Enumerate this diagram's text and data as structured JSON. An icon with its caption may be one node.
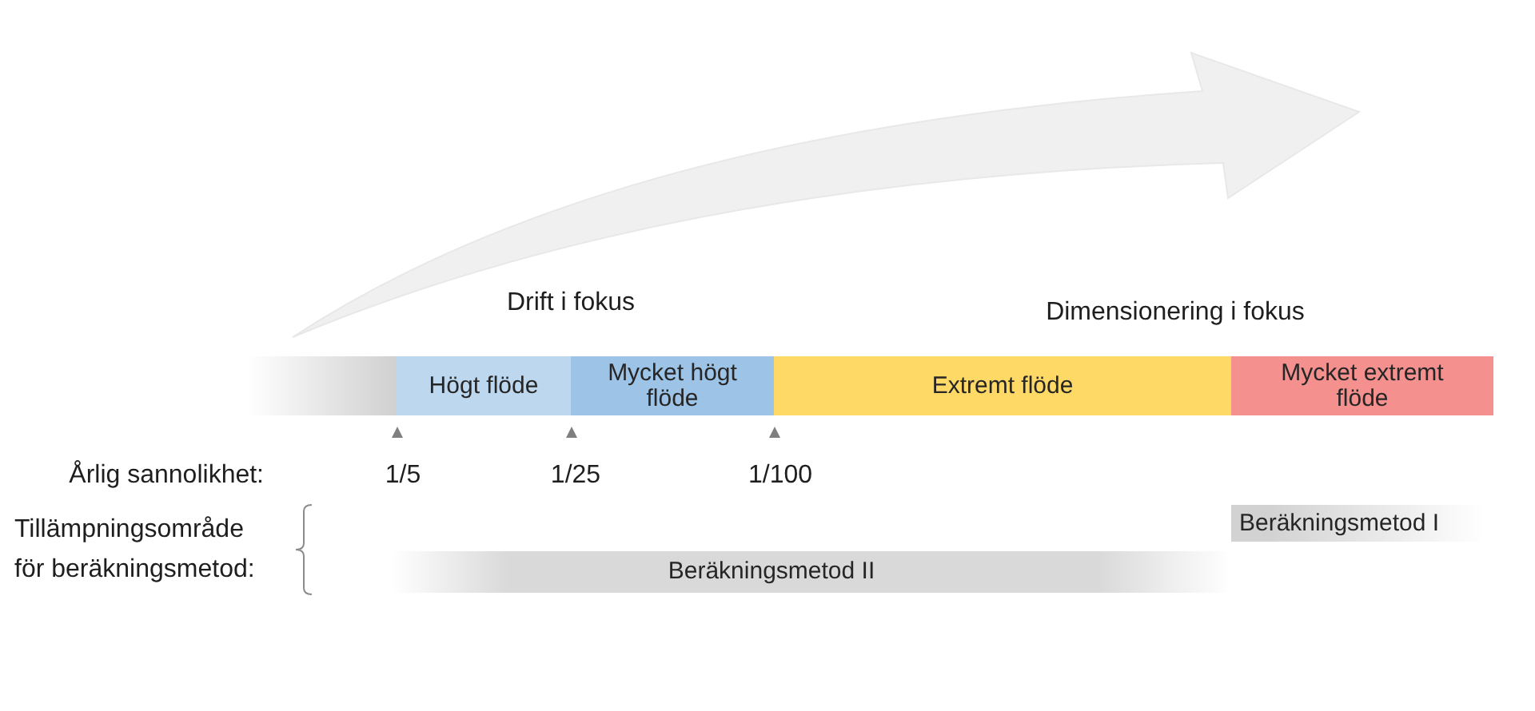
{
  "diagram": {
    "nodes": [
      {
        "text": [],
        "shape": "bar"
      },
      {
        "text": [
          "Högt flöde"
        ]
      },
      {
        "text": [
          "Mycket högt flöde"
        ]
      },
      {
        "text": [
          "Extremt flöde"
        ]
      },
      {
        "text": [
          "Mycket extremt flöde"
        ]
      },
      {
        "text": [
          "Beräkningsmetod I"
        ]
      },
      {
        "text": [
          "Beräkningsmetod II"
        ]
      }
    ],
    "labels": [
      "Drift i fokus",
      "Dimensionering i fokus",
      "Årlig sannolikhet:",
      "1/5",
      "1/25",
      "1/100",
      "Tillämpningsområde för beräkningsmetod:"
    ]
  }
}
